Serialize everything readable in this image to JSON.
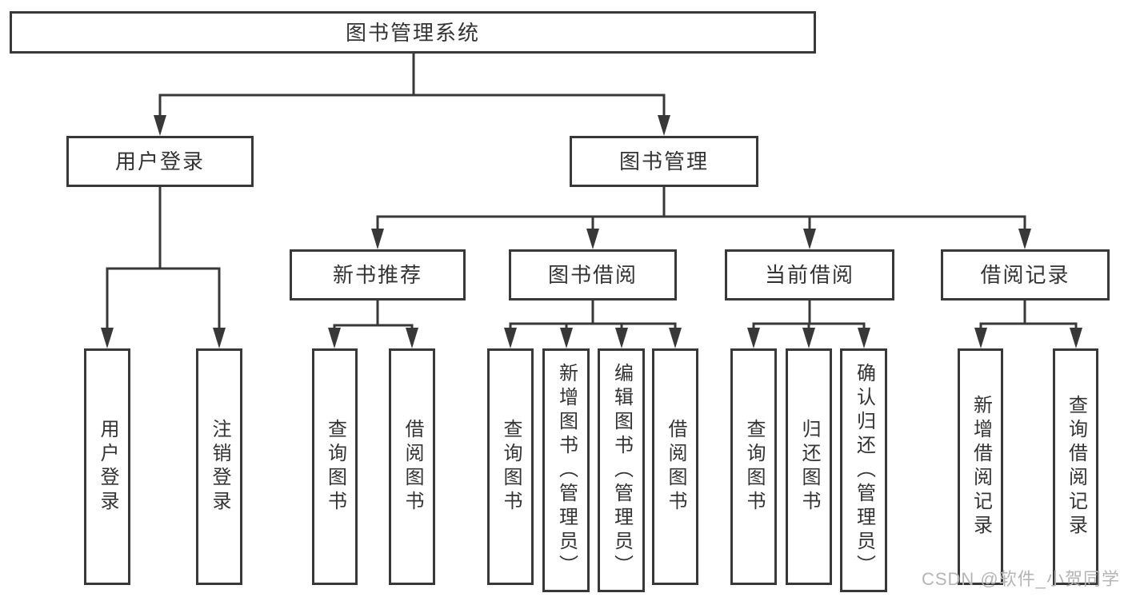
{
  "tree": {
    "label": "图书管理系统",
    "children": [
      {
        "label": "用户登录",
        "children": [
          {
            "label": "用户登录"
          },
          {
            "label": "注销登录"
          }
        ]
      },
      {
        "label": "图书管理",
        "children": [
          {
            "label": "新书推荐",
            "children": [
              {
                "label": "查询图书"
              },
              {
                "label": "借阅图书"
              }
            ]
          },
          {
            "label": "图书借阅",
            "children": [
              {
                "label": "查询图书"
              },
              {
                "label": "新增图书（管理员）"
              },
              {
                "label": "编辑图书（管理员）"
              },
              {
                "label": "借阅图书"
              }
            ]
          },
          {
            "label": "当前借阅",
            "children": [
              {
                "label": "查询图书"
              },
              {
                "label": "归还图书"
              },
              {
                "label": "确认归还（管理员）"
              }
            ]
          },
          {
            "label": "借阅记录",
            "children": [
              {
                "label": "新增借阅记录"
              },
              {
                "label": "查询借阅记录"
              }
            ]
          }
        ]
      }
    ]
  },
  "watermark": {
    "text": "CSDN @软件_小贺同学"
  },
  "colors": {
    "line": "#383838",
    "box_border": "#383838",
    "text": "#333333",
    "watermark": "#b5b5b5",
    "background": "#ffffff"
  }
}
